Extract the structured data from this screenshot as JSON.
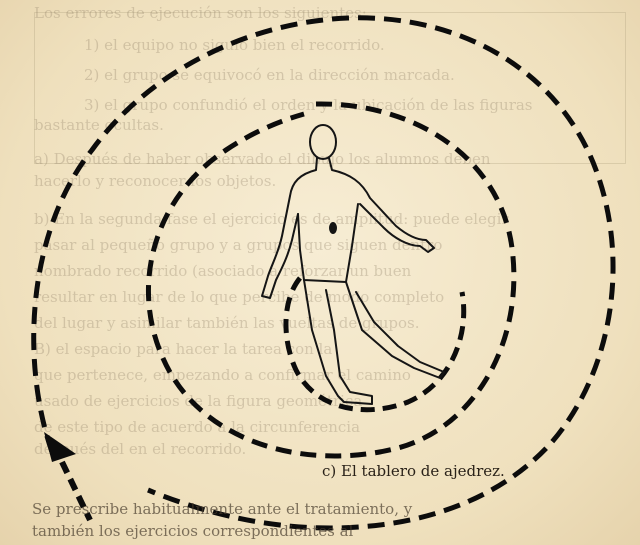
{
  "caption": "c) El tablero de ajedrez.",
  "body_lines": [
    "Se prescribe habitualmente ante el tratamiento, y",
    "también los ejercicios correspondientes al"
  ],
  "show_through": [
    "Los errores de ejecución son los siguientes:",
    "1) el equipo no siguió bien el recorrido.",
    "2) el grupo se equivocó en la dirección marcada.",
    "3) el grupo confundió el orden y la ubicación de las figuras",
    "bastante ocultas.",
    "a) Después de haber observado el dibujo los alumnos deben",
    "hacerlo y reconocer los objetos.",
    "b) En la segunda fase el ejercicio es de amplitud: puede elegir",
    "pasar al pequeño grupo y a grupos que siguen dentro",
    "nombrado recorrido (asociado a reforzar un buen",
    "resultar en lugar de lo que percibe de modo completo",
    "del lugar y asimilar también las vueltas de grupos.",
    "B) el espacio para hacer la tarea con la",
    "que pertenece, empezando a confirmar el camino",
    "usado de ejercicios de la figura geométrica",
    "de este tipo de acuerdo a la circunferencia",
    "después del en el recorrido."
  ]
}
